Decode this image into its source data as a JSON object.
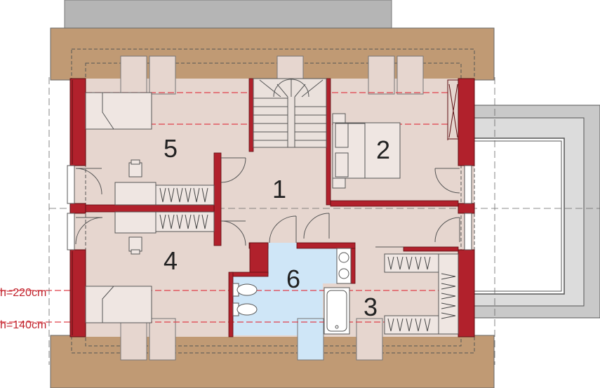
{
  "rooms": [
    {
      "number": "1"
    },
    {
      "number": "2"
    },
    {
      "number": "3"
    },
    {
      "number": "4"
    },
    {
      "number": "5"
    },
    {
      "number": "6"
    }
  ],
  "height_lines": [
    {
      "label": "h=220cm"
    },
    {
      "label": "h=140cm"
    }
  ],
  "colors": {
    "roof": "#c09a74",
    "floor": "#e6d6cf",
    "bath": "#cfe6f7",
    "wall": "#b1212c",
    "wall_dark": "#7a1216",
    "dashed": "#e0414b",
    "ridge": "#b5b5b5",
    "balcony": "#cfcfcf"
  }
}
